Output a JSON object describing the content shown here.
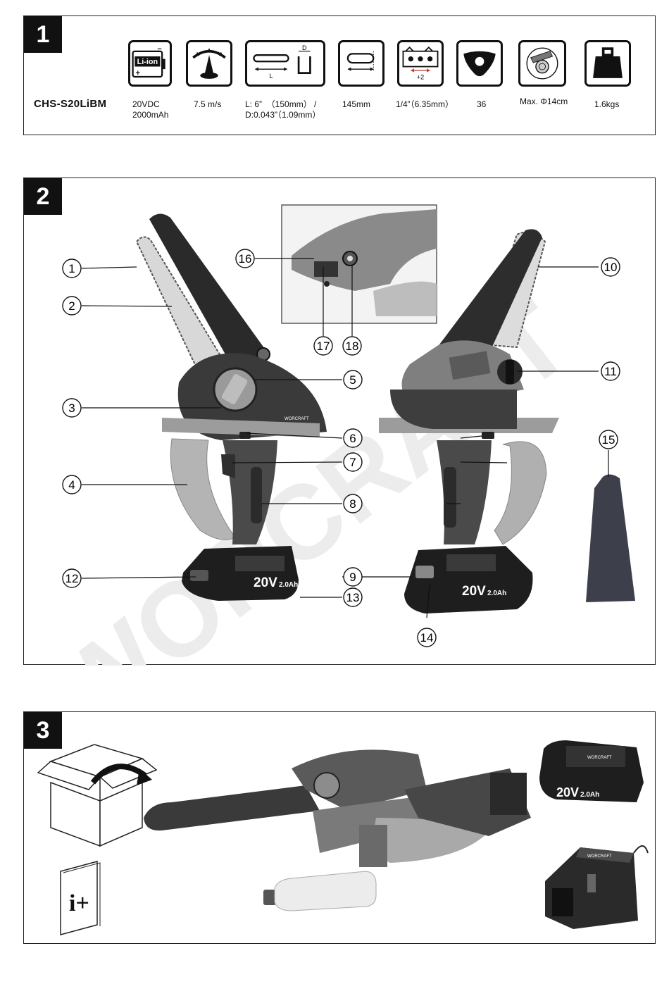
{
  "panel1": {
    "number": "1",
    "model": "CHS-S20LiBM",
    "icons": [
      "battery-icon",
      "speed-gauge-icon",
      "bar-dimensions-icon",
      "cutting-length-icon",
      "chain-pitch-icon",
      "chain-links-icon",
      "cutting-diameter-icon",
      "weight-icon"
    ],
    "battery_label": "Li-ion",
    "battery_minus": "−",
    "battery_plus": "+",
    "bar_label_d": "D",
    "bar_label_l": "L",
    "pitch_label": "+2",
    "specs": {
      "voltage": "20VDC",
      "capacity": "2000mAh",
      "speed": "7.5 m/s",
      "bar_length": "L: 6”  （150mm） /",
      "bar_gauge": "D:0.043”（1.09mm）",
      "cut_length": "145mm",
      "pitch": "1/4”（6.35mm）",
      "links": "36",
      "max_diameter": "Max. Φ14cm",
      "weight": "1.6kgs"
    }
  },
  "panel2": {
    "number": "2",
    "callouts": [
      "1",
      "2",
      "3",
      "4",
      "5",
      "6",
      "7",
      "8",
      "9",
      "10",
      "11",
      "12",
      "13",
      "14",
      "15",
      "16",
      "17",
      "18"
    ],
    "watermark": "WORCRAFT",
    "brand": "WORCRAFT",
    "battery_label": "20V",
    "battery_sub": "2.0Ah"
  },
  "panel3": {
    "number": "3",
    "info_label": "i+",
    "battery_label": "20V",
    "battery_sub": "2.0Ah",
    "brand": "WORCRAFT"
  }
}
